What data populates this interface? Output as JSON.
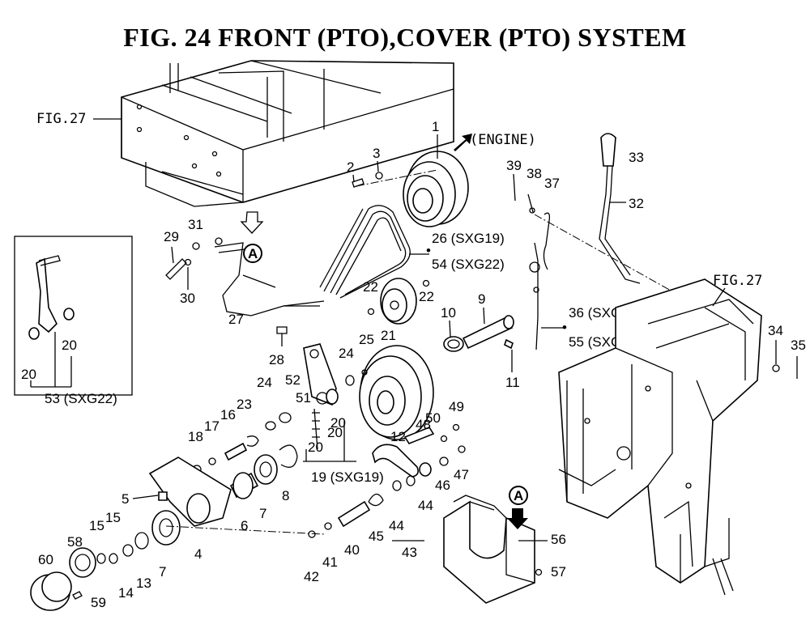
{
  "title": "FIG. 24  FRONT (PTO),COVER (PTO) SYSTEM",
  "references": {
    "fig27_left": "FIG.27",
    "fig27_right": "FIG.27",
    "engine": "(ENGINE)",
    "view_a_top": "A",
    "view_a_bottom": "A"
  },
  "part_labels": {
    "p1": "1",
    "p2": "2",
    "p3": "3",
    "p4": "4",
    "p5": "5",
    "p6": "6",
    "p7a": "7",
    "p7b": "7",
    "p8": "8",
    "p9": "9",
    "p10": "10",
    "p11": "11",
    "p12": "12",
    "p13": "13",
    "p14": "14",
    "p15a": "15",
    "p15b": "15",
    "p16": "16",
    "p17": "17",
    "p18": "18",
    "p19": "19 (SXG19)",
    "p20a": "20",
    "p20b": "20",
    "p20c": "20",
    "p20d": "20",
    "p21": "21",
    "p22a": "22",
    "p22b": "22",
    "p23": "23",
    "p24a": "24",
    "p24b": "24",
    "p25": "25",
    "p26": "26 (SXG19)",
    "p27": "27",
    "p28": "28",
    "p29": "29",
    "p30": "30",
    "p31": "31",
    "p32": "32",
    "p33": "33",
    "p34": "34",
    "p35": "35",
    "p36": "36 (SXG19)",
    "p37": "37",
    "p38": "38",
    "p39": "39",
    "p40": "40",
    "p41": "41",
    "p42": "42",
    "p43": "43",
    "p44a": "44",
    "p44b": "44",
    "p45": "45",
    "p46": "46",
    "p47": "47",
    "p48": "48",
    "p49": "49",
    "p50": "50",
    "p51": "51",
    "p52": "52",
    "p53": "53 (SXG22)",
    "p54": "54 (SXG22)",
    "p55": "55 (SXG22)",
    "p56": "56",
    "p57": "57",
    "p58": "58",
    "p59": "59",
    "p60": "60"
  }
}
